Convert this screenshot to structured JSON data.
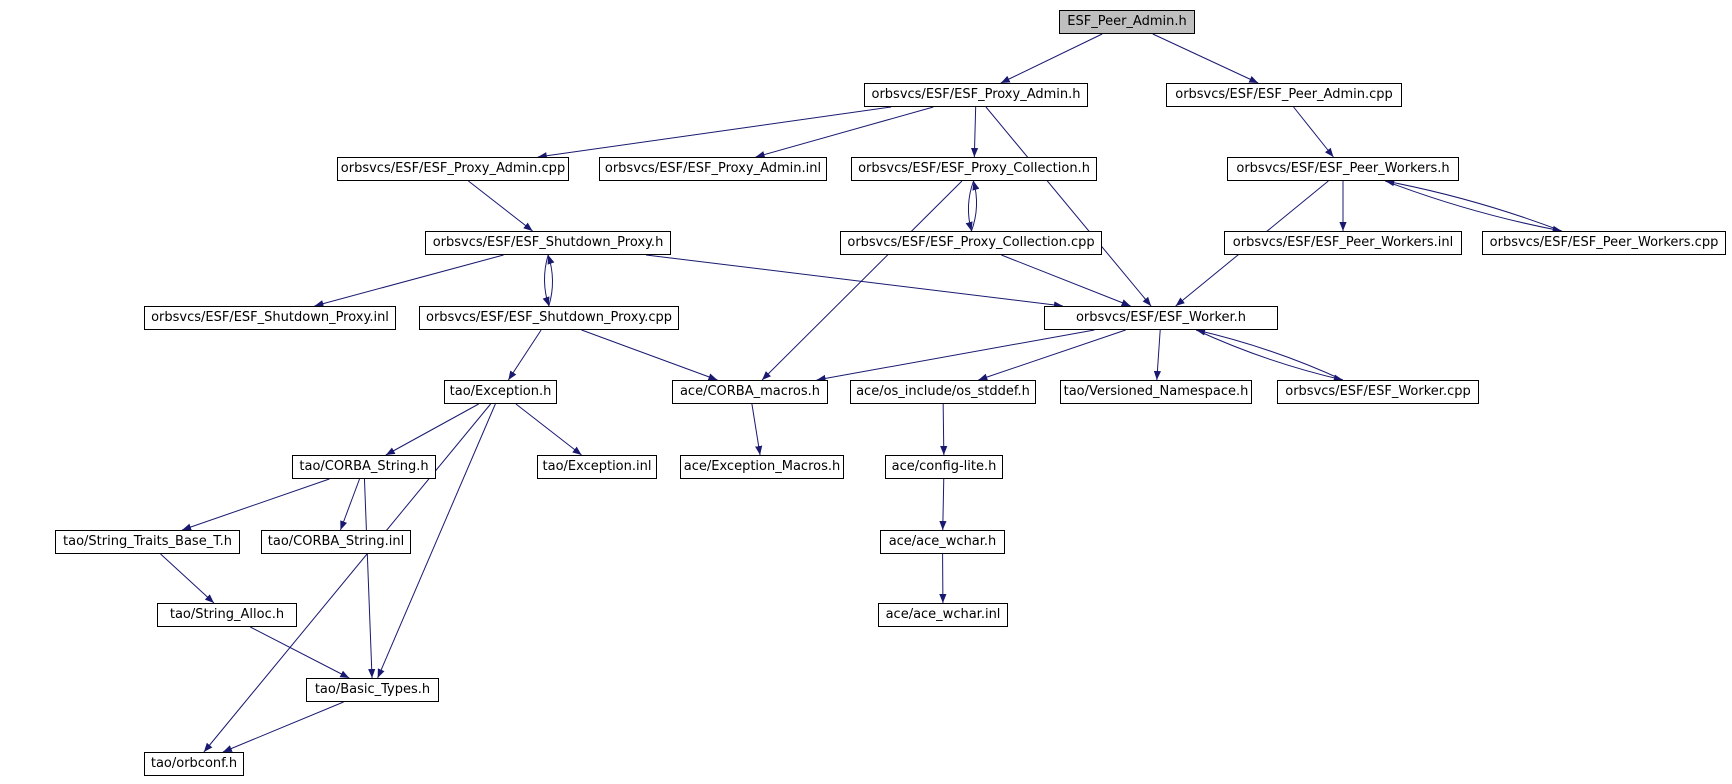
{
  "diagram": {
    "root": "n0",
    "colors": {
      "edge": "#191970",
      "node_border": "#000000",
      "root_fill": "#bfbfbf",
      "node_fill": "#ffffff"
    },
    "nodes": [
      {
        "id": "n0",
        "label": "ESF_Peer_Admin.h"
      },
      {
        "id": "n1",
        "label": "orbsvcs/ESF/ESF_Proxy_Admin.h"
      },
      {
        "id": "n2",
        "label": "orbsvcs/ESF/ESF_Peer_Admin.cpp"
      },
      {
        "id": "n3",
        "label": "orbsvcs/ESF/ESF_Proxy_Admin.cpp"
      },
      {
        "id": "n4",
        "label": "orbsvcs/ESF/ESF_Proxy_Admin.inl"
      },
      {
        "id": "n5",
        "label": "orbsvcs/ESF/ESF_Proxy_Collection.h"
      },
      {
        "id": "n6",
        "label": "orbsvcs/ESF/ESF_Peer_Workers.h"
      },
      {
        "id": "n7",
        "label": "orbsvcs/ESF/ESF_Shutdown_Proxy.h"
      },
      {
        "id": "n8",
        "label": "orbsvcs/ESF/ESF_Proxy_Collection.cpp"
      },
      {
        "id": "n9",
        "label": "orbsvcs/ESF/ESF_Peer_Workers.inl"
      },
      {
        "id": "n10",
        "label": "orbsvcs/ESF/ESF_Peer_Workers.cpp"
      },
      {
        "id": "n11",
        "label": "orbsvcs/ESF/ESF_Shutdown_Proxy.inl"
      },
      {
        "id": "n12",
        "label": "orbsvcs/ESF/ESF_Shutdown_Proxy.cpp"
      },
      {
        "id": "n13",
        "label": "orbsvcs/ESF/ESF_Worker.h"
      },
      {
        "id": "n14",
        "label": "tao/Exception.h"
      },
      {
        "id": "n15",
        "label": "ace/CORBA_macros.h"
      },
      {
        "id": "n16",
        "label": "ace/os_include/os_stddef.h"
      },
      {
        "id": "n17",
        "label": "tao/Versioned_Namespace.h"
      },
      {
        "id": "n18",
        "label": "orbsvcs/ESF/ESF_Worker.cpp"
      },
      {
        "id": "n19",
        "label": "tao/CORBA_String.h"
      },
      {
        "id": "n20",
        "label": "tao/Exception.inl"
      },
      {
        "id": "n21",
        "label": "ace/Exception_Macros.h"
      },
      {
        "id": "n22",
        "label": "ace/config-lite.h"
      },
      {
        "id": "n23",
        "label": "tao/String_Traits_Base_T.h"
      },
      {
        "id": "n24",
        "label": "tao/CORBA_String.inl"
      },
      {
        "id": "n25",
        "label": "ace/ace_wchar.h"
      },
      {
        "id": "n26",
        "label": "tao/String_Alloc.h"
      },
      {
        "id": "n27",
        "label": "ace/ace_wchar.inl"
      },
      {
        "id": "n28",
        "label": "tao/Basic_Types.h"
      },
      {
        "id": "n29",
        "label": "tao/orbconf.h"
      }
    ],
    "edges": [
      [
        "n0",
        "n1"
      ],
      [
        "n0",
        "n2"
      ],
      [
        "n1",
        "n3"
      ],
      [
        "n1",
        "n4"
      ],
      [
        "n1",
        "n5"
      ],
      [
        "n1",
        "n13"
      ],
      [
        "n2",
        "n6"
      ],
      [
        "n3",
        "n7"
      ],
      [
        "n5",
        "n8"
      ],
      [
        "n8",
        "n5"
      ],
      [
        "n5",
        "n15"
      ],
      [
        "n6",
        "n9"
      ],
      [
        "n6",
        "n10"
      ],
      [
        "n10",
        "n6"
      ],
      [
        "n6",
        "n13"
      ],
      [
        "n7",
        "n11"
      ],
      [
        "n7",
        "n12"
      ],
      [
        "n12",
        "n7"
      ],
      [
        "n7",
        "n13"
      ],
      [
        "n8",
        "n13"
      ],
      [
        "n12",
        "n14"
      ],
      [
        "n12",
        "n15"
      ],
      [
        "n13",
        "n15"
      ],
      [
        "n13",
        "n16"
      ],
      [
        "n13",
        "n17"
      ],
      [
        "n13",
        "n18"
      ],
      [
        "n18",
        "n13"
      ],
      [
        "n14",
        "n19"
      ],
      [
        "n14",
        "n20"
      ],
      [
        "n14",
        "n28"
      ],
      [
        "n14",
        "n29"
      ],
      [
        "n15",
        "n21"
      ],
      [
        "n16",
        "n22"
      ],
      [
        "n22",
        "n25"
      ],
      [
        "n25",
        "n27"
      ],
      [
        "n19",
        "n23"
      ],
      [
        "n19",
        "n24"
      ],
      [
        "n19",
        "n28"
      ],
      [
        "n23",
        "n26"
      ],
      [
        "n26",
        "n28"
      ],
      [
        "n28",
        "n29"
      ]
    ]
  }
}
